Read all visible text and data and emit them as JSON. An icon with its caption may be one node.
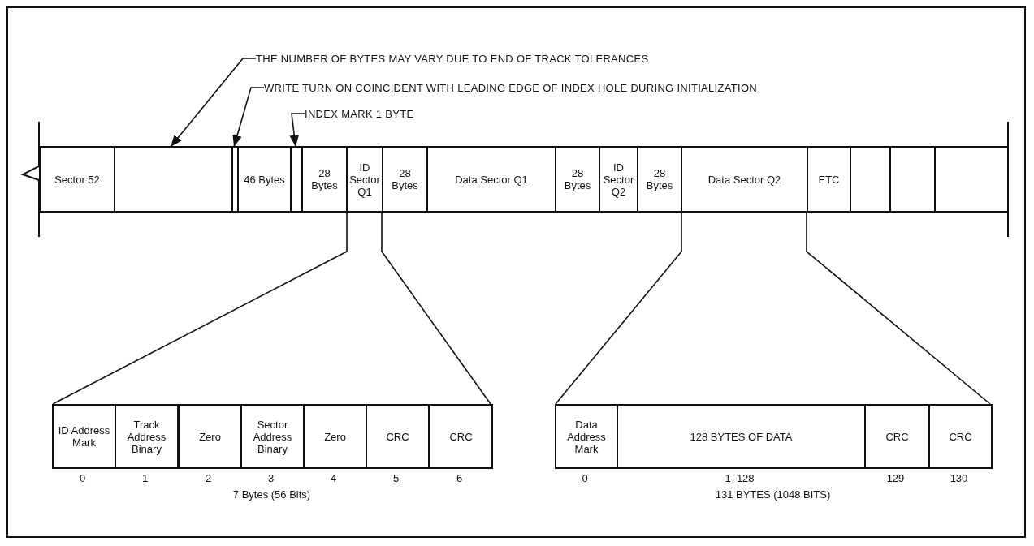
{
  "diagram": {
    "nodes": [
      {
        "text": [
          "THE NUMBER OF BYTES MAY VARY DUE TO END OF TRACK TOLERANCES"
        ]
      },
      {
        "text": [
          "WRITE TURN ON COINCIDENT WITH LEADING EDGE OF INDEX HOLE DURING INITIALIZATION"
        ]
      },
      {
        "text": [
          "INDEX MARK 1 BYTE"
        ]
      },
      {
        "text": [
          "Sector 52"
        ]
      },
      {
        "text": [],
        "shape": "box"
      },
      {
        "text": [],
        "shape": "box"
      },
      {
        "text": [
          "46 Bytes"
        ]
      },
      {
        "text": [],
        "shape": "box"
      },
      {
        "text": [
          "28 Bytes"
        ]
      },
      {
        "text": [
          "ID Sector Q1"
        ]
      },
      {
        "text": [
          "28 Bytes"
        ]
      },
      {
        "text": [
          "Data Sector Q1"
        ]
      },
      {
        "text": [
          "28 Bytes"
        ]
      },
      {
        "text": [
          "ID Sector Q2"
        ]
      },
      {
        "text": [
          "28 Bytes"
        ]
      },
      {
        "text": [
          "Data Sector Q2"
        ]
      },
      {
        "text": [
          "ETC"
        ]
      },
      {
        "text": [],
        "shape": "box"
      },
      {
        "text": [],
        "shape": "box"
      },
      {
        "text": [],
        "shape": "box"
      },
      {
        "text": [],
        "shape": "box",
        "beside": [
          "7 Bytes (56 Bits)"
        ]
      },
      {
        "text": [
          "ID Address Mark"
        ],
        "in": 20,
        "beside": [
          "0"
        ]
      },
      {
        "text": [
          "Track Address Binary"
        ],
        "in": 20,
        "beside": [
          "1"
        ]
      },
      {
        "text": [
          "Zero"
        ],
        "in": 20,
        "beside": [
          "2"
        ]
      },
      {
        "text": [
          "Sector Address Binary"
        ],
        "in": 20,
        "beside": [
          "3"
        ]
      },
      {
        "text": [
          "Zero"
        ],
        "in": 20,
        "beside": [
          "4"
        ]
      },
      {
        "text": [
          "CRC"
        ],
        "in": 20,
        "beside": [
          "5"
        ]
      },
      {
        "text": [
          "CRC"
        ],
        "in": 20,
        "beside": [
          "6"
        ]
      },
      {
        "text": [],
        "shape": "box",
        "beside": [
          "131 BYTES (1048 BITS)"
        ]
      },
      {
        "text": [
          "Data Address Mark"
        ],
        "in": 28,
        "beside": [
          "0"
        ]
      },
      {
        "text": [
          "128 BYTES OF DATA"
        ],
        "in": 28,
        "beside": [
          "1–128"
        ]
      },
      {
        "text": [
          "CRC"
        ],
        "in": 28,
        "beside": [
          "129"
        ]
      },
      {
        "text": [
          "CRC"
        ],
        "in": 28,
        "beside": [
          "130"
        ]
      }
    ],
    "edges": [
      {
        "from": 0,
        "to": 4,
        "arrow": "to"
      },
      {
        "from": 1,
        "to": 5,
        "arrow": "to"
      },
      {
        "from": 2,
        "to": 7,
        "arrow": "to"
      },
      {
        "from": 9,
        "to": 20,
        "arrow": "none"
      },
      {
        "from": 9,
        "to": 20,
        "arrow": "none"
      },
      {
        "from": 15,
        "to": 28,
        "arrow": "none"
      },
      {
        "from": 15,
        "to": 28,
        "arrow": "none"
      }
    ]
  }
}
